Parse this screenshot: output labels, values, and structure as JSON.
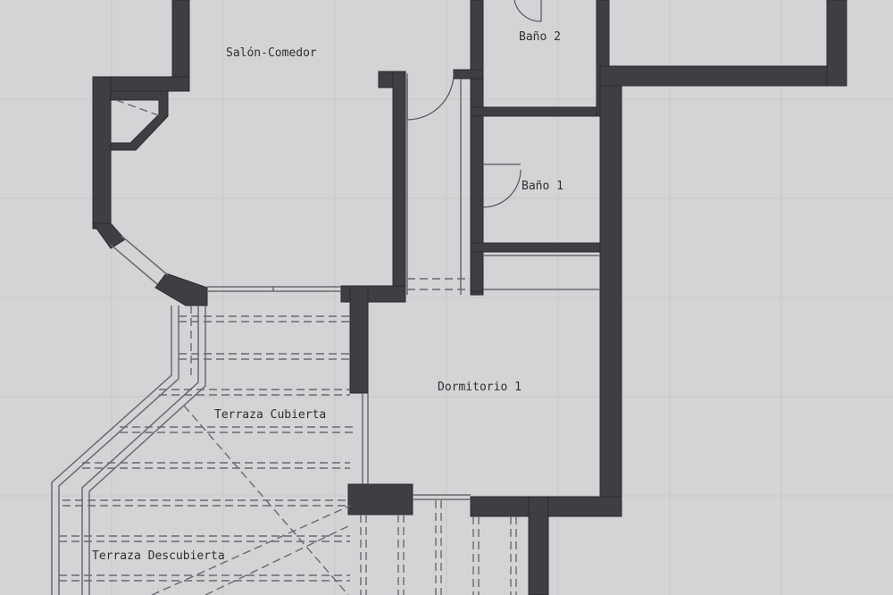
{
  "rooms": {
    "salon": "Salón-Comedor",
    "bano2": "Baño 2",
    "bano1": "Baño 1",
    "dormitorio": "Dormitorio 1",
    "terraza_cubierta": "Terraza Cubierta",
    "terraza_descubierta": "Terraza Descubierta"
  },
  "colors": {
    "paper": "#d3d4d6",
    "wall": "#3e3f42",
    "line": "#6a6b6e"
  }
}
